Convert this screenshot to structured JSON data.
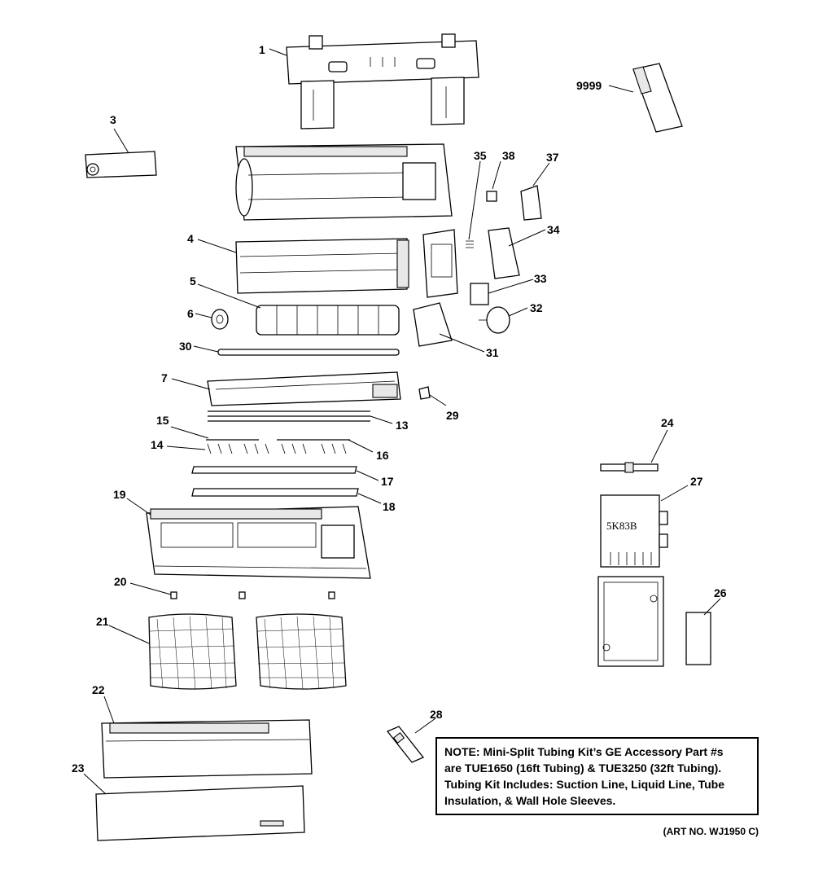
{
  "callouts": {
    "p1": "1",
    "p3": "3",
    "p4": "4",
    "p5": "5",
    "p6": "6",
    "p7": "7",
    "p13": "13",
    "p14": "14",
    "p15": "15",
    "p16": "16",
    "p17": "17",
    "p18": "18",
    "p19": "19",
    "p20": "20",
    "p21": "21",
    "p22": "22",
    "p23": "23",
    "p24": "24",
    "p26": "26",
    "p27": "27",
    "p28": "28",
    "p29": "29",
    "p30": "30",
    "p31": "31",
    "p32": "32",
    "p33": "33",
    "p34": "34",
    "p35": "35",
    "p37": "37",
    "p38": "38",
    "p9999": "9999"
  },
  "chip_label": "5K83B",
  "note": {
    "line1": "NOTE: Mini-Split Tubing Kit’s GE Accessory Part #s",
    "line2": "are TUE1650 (16ft Tubing) & TUE3250 (32ft Tubing).",
    "line3": "Tubing Kit Includes: Suction Line, Liquid Line, Tube",
    "line4": "Insulation, & Wall Hole Sleeves."
  },
  "art_number": "(ART NO. WJ1950 C)"
}
